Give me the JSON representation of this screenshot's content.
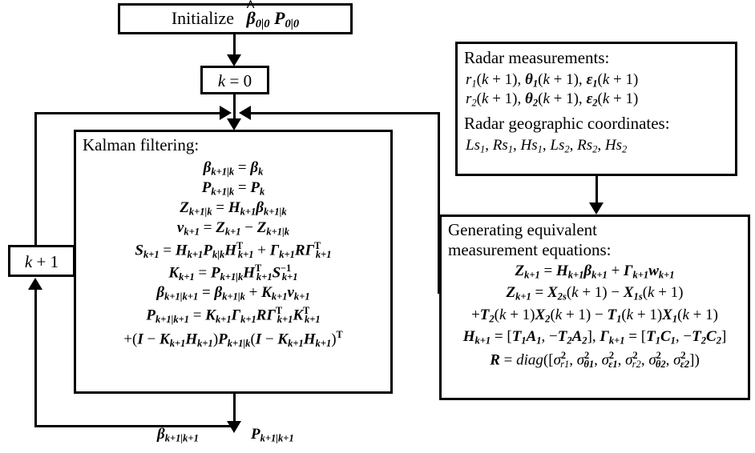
{
  "diagram": {
    "title": "Kalman filtering flowchart for radar measurement fusion",
    "background_color": "#ffffff",
    "line_color": "#000000"
  },
  "nodes": {
    "initialize": {
      "name": "initialize-box",
      "text": "Initialize",
      "symbols": "β̂₀|₀  P₀|₀"
    },
    "k_zero": {
      "name": "k-equals-zero-box",
      "text": "k = 0"
    },
    "k_plus_one": {
      "name": "k-plus-one-box",
      "text": "k + 1"
    },
    "kalman": {
      "name": "kalman-filtering-box",
      "title": "Kalman filtering:",
      "equations": [
        "β_{k+1|k} = β_k",
        "P_{k+1|k} = P_k",
        "Z_{k+1|k} = H_{k+1}β_{k+1|k}",
        "v_{k+1} = Z_{k+1} − Z_{k+1|k}",
        "S_{k+1} = H_{k+1}P_{k|k}H^T_{k+1} + Γ_{k+1}RΓ^T_{k+1}",
        "K_{k+1} = P_{k+1|k}H^T_{k+1}S^{-1}_{k+1}",
        "β_{k+1|k+1} = β_{k+1|k} + K_{k+1}v_{k+1}",
        "P_{k+1|k+1} = K_{k+1}Γ_{k+1}RΓ^T_{k+1}K^T_{k+1}",
        "+(I − K_{k+1}H_{k+1})P_{k+1|k}(I − K_{k+1}H_{k+1})^T"
      ]
    },
    "radar": {
      "name": "radar-measurements-box",
      "title1": "Radar measurements:",
      "meas1": "r₁(k+1), θ₁(k+1), ε₁(k+1)",
      "meas2": "r₂(k+1), θ₂(k+1), ε₂(k+1)",
      "title2": "Radar geographic coordinates:",
      "coords": "Ls₁, Rs₁, Hs₁, Ls₂, Rs₂, Hs₂"
    },
    "generating": {
      "name": "generating-equations-box",
      "title_line1": "Generating equivalent",
      "title_line2": "measurement equations:",
      "equations": [
        "Z_{k+1} = H_{k+1}β_{k+1} + Γ_{k+1}w_{k+1}",
        "Z_{k+1} = X_{2s}(k+1) − X_{1s}(k+1)",
        "+T₂(k+1)X₂(k+1) − T₁(k+1)X₁(k+1)",
        "H_{k+1} = [T₁A₁, −T₂A₂], Γ_{k+1} = [T₁C₁, −T₂C₂]",
        "R = diag([σ²_{r1}, σ²_{θ1}, σ²_{ε1}, σ²_{r2}, σ²_{θ2}, σ²_{ε2}])"
      ]
    }
  },
  "outputs": {
    "left_label": "β_{k+1|k+1}",
    "right_label": "P_{k+1|k+1}"
  },
  "edges": {
    "initialize_to_k0": "arrow-down",
    "k0_to_junction": "arrow-down",
    "junction_to_kalman": "arrow-down",
    "left_feedback": "loop-left-up",
    "right_feedback": "loop-right-up",
    "radar_to_generating": "arrow-down",
    "kalman_to_output": "arrow-down"
  }
}
